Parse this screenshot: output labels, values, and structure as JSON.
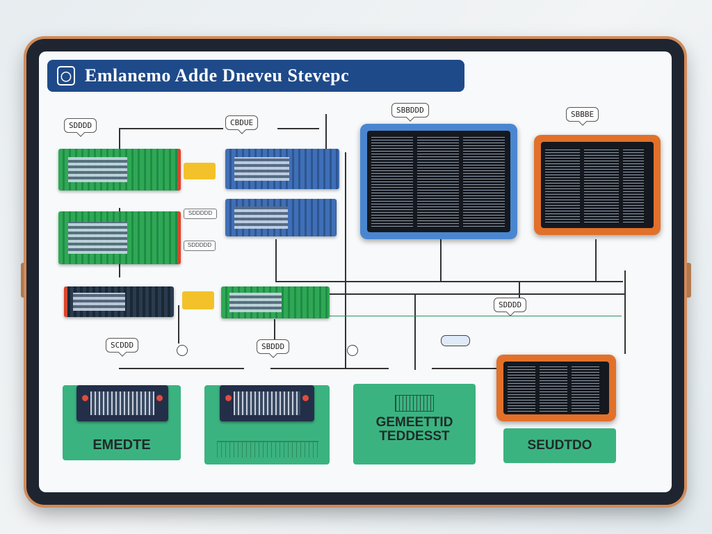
{
  "header": {
    "title": "Emlanemo Adde Dneveu Stevepc",
    "icon": "shield-icon"
  },
  "callouts": {
    "c1": "SDDDD",
    "c2": "CBDUE",
    "c3": "SBBDDD",
    "c4": "SBBBE",
    "c5": "SCDDD",
    "c6": "SBDDD",
    "c7": "SDDDD"
  },
  "small_tags": {
    "t1": "SDDDDD",
    "t2": "SDDDDD"
  },
  "cards": {
    "card1": "EMEDTE",
    "card2": "",
    "card3_line1": "GEMEETTID",
    "card3_line2": "TEDDESST",
    "card4": "SEUDTDO"
  },
  "colors": {
    "title_bg": "#1f4a8a",
    "card_green": "#3bb380",
    "monitor_blue": "#4a86d0",
    "monitor_orange": "#e2702a",
    "bezel_accent": "#d08b5a"
  }
}
